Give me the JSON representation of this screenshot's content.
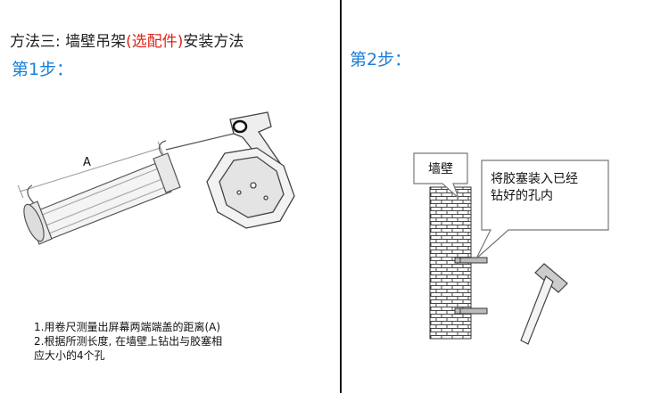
{
  "left_panel": {
    "title_prefix": "方法三: 墙壁吊架",
    "title_highlight": "(选配件)",
    "title_suffix": "安装方法",
    "step_label": "第1步：",
    "dimension_label": "A",
    "instructions": [
      "1.用卷尺测量出屏幕两端端盖的距离(A)",
      "2.根据所测长度, 在墙壁上钻出与胶塞相",
      "应大小的4个孔"
    ]
  },
  "right_panel": {
    "step_label": "第2步：",
    "wall_label": "墙壁",
    "callout_lines": [
      "将胶塞装入已经",
      "钻好的孔内"
    ]
  },
  "colors": {
    "accent_red": "#e2231a",
    "step_blue": "#1a7fd6",
    "divider": "#111111"
  }
}
